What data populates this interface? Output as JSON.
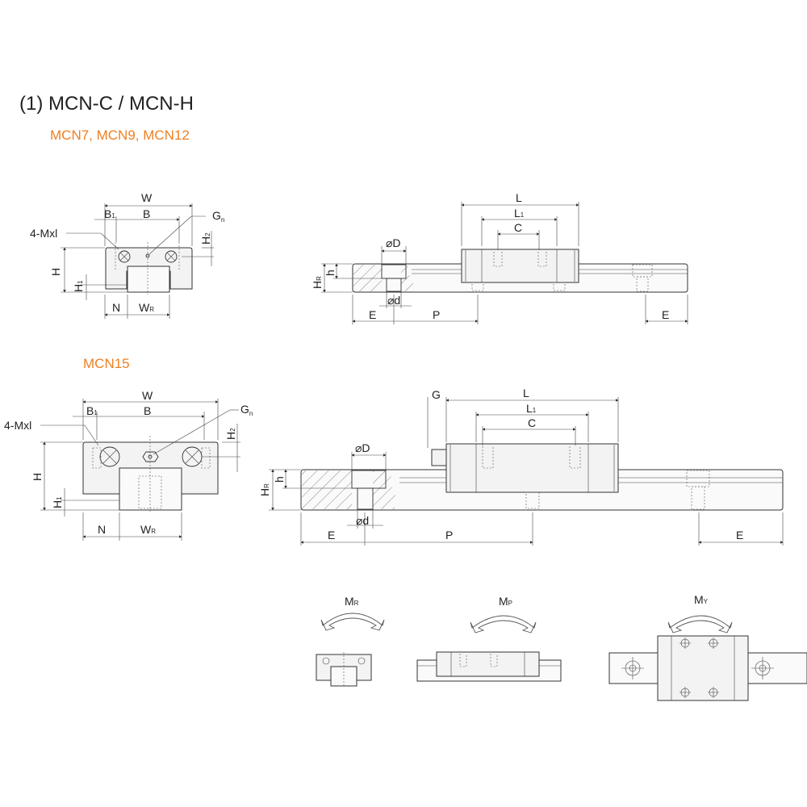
{
  "title": "(1) MCN-C / MCN-H",
  "subtitle_small": "MCN7, MCN9, MCN12",
  "subtitle_large": "MCN15",
  "accent_color": "#ee7f22",
  "dims": {
    "W": "W",
    "B": "B",
    "B1_main": "B",
    "B1_sub": "1",
    "Gn_main": "G",
    "Gn_sub": "n",
    "M": "4-Mxl",
    "H2_main": "H",
    "H2_sub": "2",
    "H": "H",
    "H1_main": "H",
    "H1_sub": "1",
    "N": "N",
    "WR_main": "W",
    "WR_sub": "R",
    "L": "L",
    "L1_main": "L",
    "L1_sub": "1",
    "C": "C",
    "D": "⌀D",
    "d": "⌀d",
    "HR_main": "H",
    "HR_sub": "R",
    "h": "h",
    "E": "E",
    "P": "P",
    "G": "G"
  },
  "moments": {
    "MR_main": "M",
    "MR_sub": "R",
    "MP_main": "M",
    "MP_sub": "P",
    "MY_main": "M",
    "MY_sub": "Y"
  }
}
